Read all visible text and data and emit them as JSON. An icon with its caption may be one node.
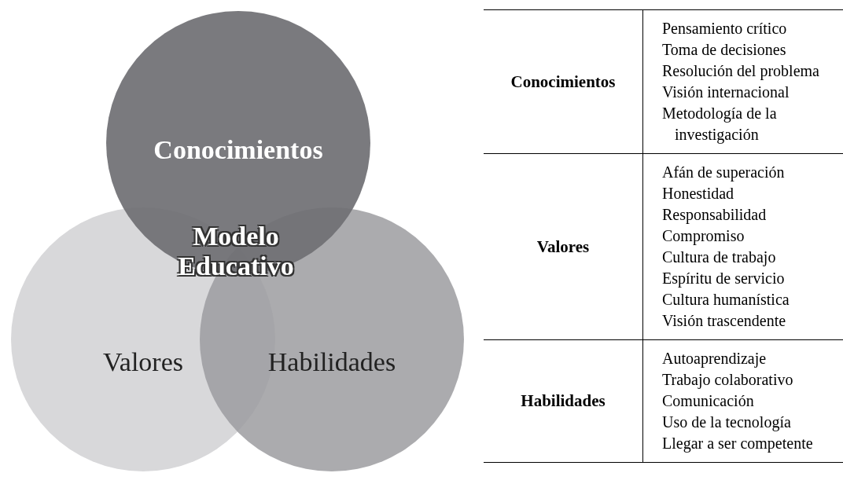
{
  "diagram": {
    "nodes": [
      {
        "text": [
          "Conocimientos"
        ]
      },
      {
        "text": [
          "Valores"
        ]
      },
      {
        "text": [
          "Habilidades"
        ]
      }
    ],
    "labels": [
      "Modelo Educativo",
      "Conocimientos",
      "Pensamiento crítico",
      "Toma de decisiones",
      "Resolución del problema",
      "Visión internacional",
      "Metodología de la investigación",
      "Valores",
      "Afán de superación",
      "Honestidad",
      "Responsabilidad",
      "Compromiso",
      "Cultura de trabajo",
      "Espíritu de servicio",
      "Cultura humanística",
      "Visión trascendente",
      "Habilidades",
      "Autoaprendizaje",
      "Trabajo colaborativo",
      "Comunicación",
      "Uso de la tecnología",
      "Llegar a ser competente"
    ]
  }
}
